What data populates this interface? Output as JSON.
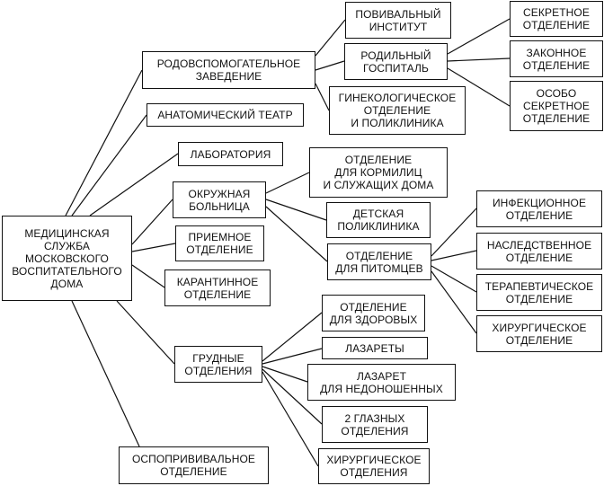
{
  "diagram": {
    "nodes": {
      "root": "МЕДИЦИНСКАЯ\nСЛУЖБА\nМОСКОВСКОГО\nВОСПИТАТЕЛЬНОГО\nДОМА",
      "rodovspom": "РОДОВСПОМОГАТЕЛЬНОЕ\nЗАВЕДЕНИЕ",
      "anatom": "АНАТОМИЧЕСКИЙ ТЕАТР",
      "laborat": "ЛАБОРАТОРИЯ",
      "okruzh": "ОКРУЖНАЯ\nБОЛЬНИЦА",
      "priem": "ПРИЕМНОЕ\nОТДЕЛЕНИЕ",
      "karant": "КАРАНТИННОЕ\nОТДЕЛЕНИЕ",
      "grudnye": "ГРУДНЫЕ\nОТДЕЛЕНИЯ",
      "ospa": "ОСПОПРИВИВАЛЬНОЕ\nОТДЕЛЕНИЕ",
      "povival": "ПОВИВАЛЬНЫЙ\nИНСТИТУТ",
      "rodgosp": "РОДИЛЬНЫЙ\nГОСПИТАЛЬ",
      "ginek": "ГИНЕКОЛОГИЧЕСКОЕ\nОТДЕЛЕНИЕ\nИ ПОЛИКЛИНИКА",
      "sekretnoe": "СЕКРЕТНОЕ\nОТДЕЛЕНИЕ",
      "zakonnoe": "ЗАКОННОЕ\nОТДЕЛЕНИЕ",
      "osobo": "ОСОБО\nСЕКРЕТНОЕ\nОТДЕЛЕНИЕ",
      "kormil": "ОТДЕЛЕНИЕ\nДЛЯ КОРМИЛИЦ\nИ СЛУЖАЩИХ ДОМА",
      "detpoli": "ДЕТСКАЯ\nПОЛИКЛИНИКА",
      "pitomc": "ОТДЕЛЕНИЕ\nДЛЯ ПИТОМЦЕВ",
      "infekc": "ИНФЕКЦИОННОЕ\nОТДЕЛЕНИЕ",
      "nasled": "НАСЛЕДСТВЕННОЕ\nОТДЕЛЕНИЕ",
      "terapev": "ТЕРАПЕВТИЧЕСКОЕ\nОТДЕЛЕНИЕ",
      "hirurg1": "ХИРУРГИЧЕСКОЕ\nОТДЕЛЕНИЕ",
      "zdorov": "ОТДЕЛЕНИЕ\nДЛЯ ЗДОРОВЫХ",
      "lazarety": "ЛАЗАРЕТЫ",
      "nedonosh": "ЛАЗАРЕТ\nДЛЯ НЕДОНОШЕННЫХ",
      "glaznyh": "2 ГЛАЗНЫХ\nОТДЕЛЕНИЯ",
      "hirurg2": "ХИРУРГИЧЕСКОЕ\nОТДЕЛЕНИЯ"
    },
    "edges": [
      [
        "root",
        "rodovspom"
      ],
      [
        "root",
        "anatom"
      ],
      [
        "root",
        "laborat"
      ],
      [
        "root",
        "okruzh"
      ],
      [
        "root",
        "priem"
      ],
      [
        "root",
        "karant"
      ],
      [
        "root",
        "grudnye"
      ],
      [
        "root",
        "ospa"
      ],
      [
        "rodovspom",
        "povival"
      ],
      [
        "rodovspom",
        "rodgosp"
      ],
      [
        "rodovspom",
        "ginek"
      ],
      [
        "rodgosp",
        "sekretnoe"
      ],
      [
        "rodgosp",
        "zakonnoe"
      ],
      [
        "rodgosp",
        "osobo"
      ],
      [
        "okruzh",
        "kormil"
      ],
      [
        "okruzh",
        "detpoli"
      ],
      [
        "okruzh",
        "pitomc"
      ],
      [
        "pitomc",
        "infekc"
      ],
      [
        "pitomc",
        "nasled"
      ],
      [
        "pitomc",
        "terapev"
      ],
      [
        "pitomc",
        "hirurg1"
      ],
      [
        "grudnye",
        "zdorov"
      ],
      [
        "grudnye",
        "lazarety"
      ],
      [
        "grudnye",
        "nedonosh"
      ],
      [
        "grudnye",
        "glaznyh"
      ],
      [
        "grudnye",
        "hirurg2"
      ]
    ]
  }
}
